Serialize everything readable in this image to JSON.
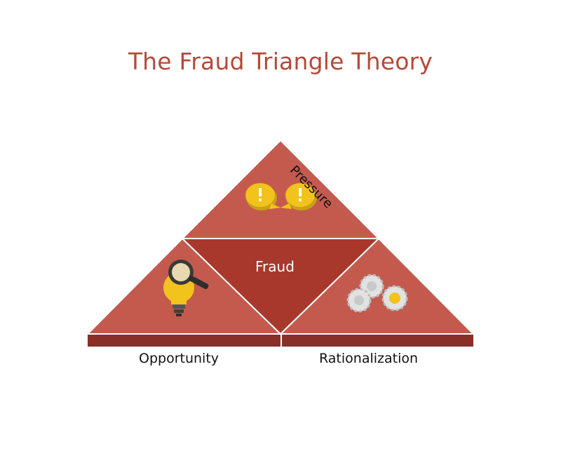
{
  "title": "The Fraud Triangle Theory",
  "center_label": "Fraud",
  "pressure_label": "Pressure",
  "opportunity_label": "Opportunity",
  "rationalization_label": "Rationalization",
  "icons": {
    "pressure": "exclamation-speech-bubbles-icon",
    "opportunity": "lightbulb-magnifier-icon",
    "rationalization": "gears-icon"
  },
  "colors": {
    "title": "#b34a38",
    "triangle_side": "#c45a4e",
    "triangle_center": "#a9382c",
    "base": "#8a2f27",
    "accent_yellow": "#f2c21d"
  }
}
